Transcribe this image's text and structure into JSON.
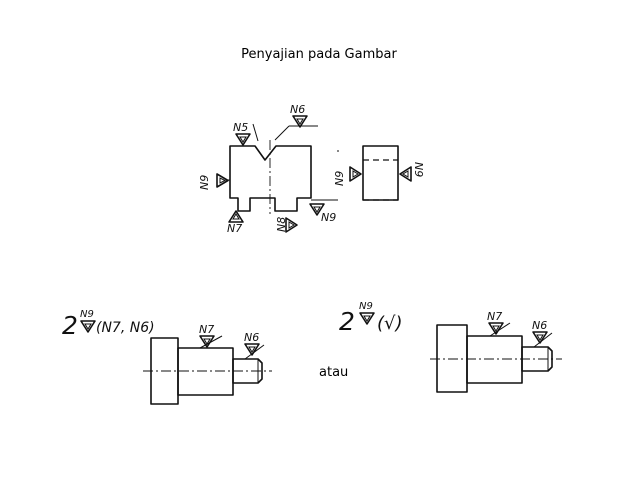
{
  "title": "Penyajian pada Gambar",
  "separator": "atau",
  "marks": {
    "n5": "N5",
    "n6": "N6",
    "n7": "N7",
    "n8": "N8",
    "n9": "N9"
  },
  "notes": {
    "left_multiplier": "2",
    "left_main": "N9",
    "left_paren": "(N7, N6)",
    "right_multiplier": "2",
    "right_main": "N9",
    "right_paren": "(√)"
  }
}
